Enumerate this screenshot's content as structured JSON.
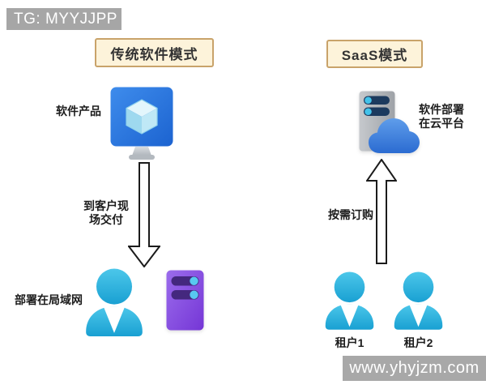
{
  "badge": {
    "text": "TG: MYYJJPP"
  },
  "watermark": {
    "text": "www.yhyjzm.com"
  },
  "left": {
    "title": "传统软件模式",
    "product_label": "软件产品",
    "arrow_label_line1": "到客户现",
    "arrow_label_line2": "场交付",
    "deploy_label": "部署在局域网"
  },
  "right": {
    "title": "SaaS模式",
    "cloud_label_line1": "软件部署",
    "cloud_label_line2": "在云平台",
    "arrow_label": "按需订购",
    "tenant1_label": "租户1",
    "tenant2_label": "租户2"
  },
  "icons": {
    "software_product": "monitor-with-cube-icon",
    "delivery": "down-outline-arrow",
    "lan_user": "person-icon",
    "lan_server": "purple-server-toggles-icon",
    "cloud_platform": "gray-server-with-cloud-icon",
    "subscription": "up-outline-arrow",
    "tenant": "person-icon"
  },
  "colors": {
    "badge_bg": "#a6a6a6",
    "title_box_bg": "#fdf3da",
    "title_box_border": "#c9a36a",
    "monitor_blue": "#2577e3",
    "cube_light_blue": "#c5ebf8",
    "person_cyan": "#2eb6e0",
    "server_purple": "#8050dd",
    "toggle_dark_purple": "#44287e",
    "toggle_knob_cyan": "#58c8f0",
    "server_gray": "#b2b6ba",
    "toggle_dark_navy": "#1c3a5e",
    "cloud_blue": "#3f7fdd",
    "arrow_outline": "#1b1b1b",
    "text_dark": "#1f1f1f",
    "watermark_bg": "#a8a8a8",
    "watermark_text": "#ffffff"
  }
}
